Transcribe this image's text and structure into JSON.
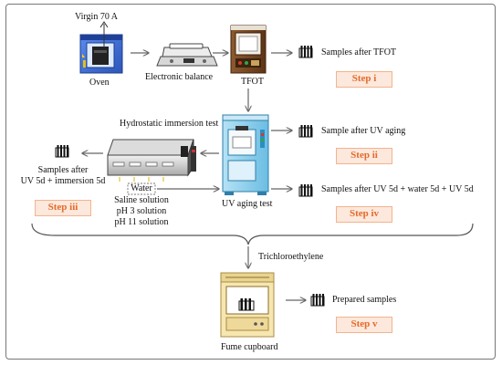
{
  "labels": {
    "virgin": "Virgin 70 A",
    "oven": "Oven",
    "balance": "Electronic balance",
    "tfot": "TFOT",
    "samples_tfot": "Samples after TFOT",
    "hydro_test": "Hydrostatic immersion test",
    "sample_uv": "Sample after UV aging",
    "samples_after": "Samples after",
    "uv_immersion": "UV 5d + immersion 5d",
    "water": "Water",
    "saline": "Saline solution",
    "ph3": "pH 3 solution",
    "ph11": "pH 11 solution",
    "uv_test": "UV aging test",
    "samples_uv_water": "Samples after UV 5d + water 5d + UV 5d",
    "trichloro": "Trichloroethylene",
    "prepared": "Prepared samples",
    "fume": "Fume cupboard"
  },
  "steps": {
    "i": "Step i",
    "ii": "Step ii",
    "iii": "Step iii",
    "iv": "Step iv",
    "v": "Step v"
  },
  "colors": {
    "step_border": "#f2b48e",
    "step_fill": "#fce8dc",
    "step_text": "#e56a2a",
    "oven_blue": "#3f6fd1",
    "tfot_brown": "#7a4a22",
    "uv_cyan": "#8fd0ec",
    "fume_cream": "#f6e6b0"
  }
}
